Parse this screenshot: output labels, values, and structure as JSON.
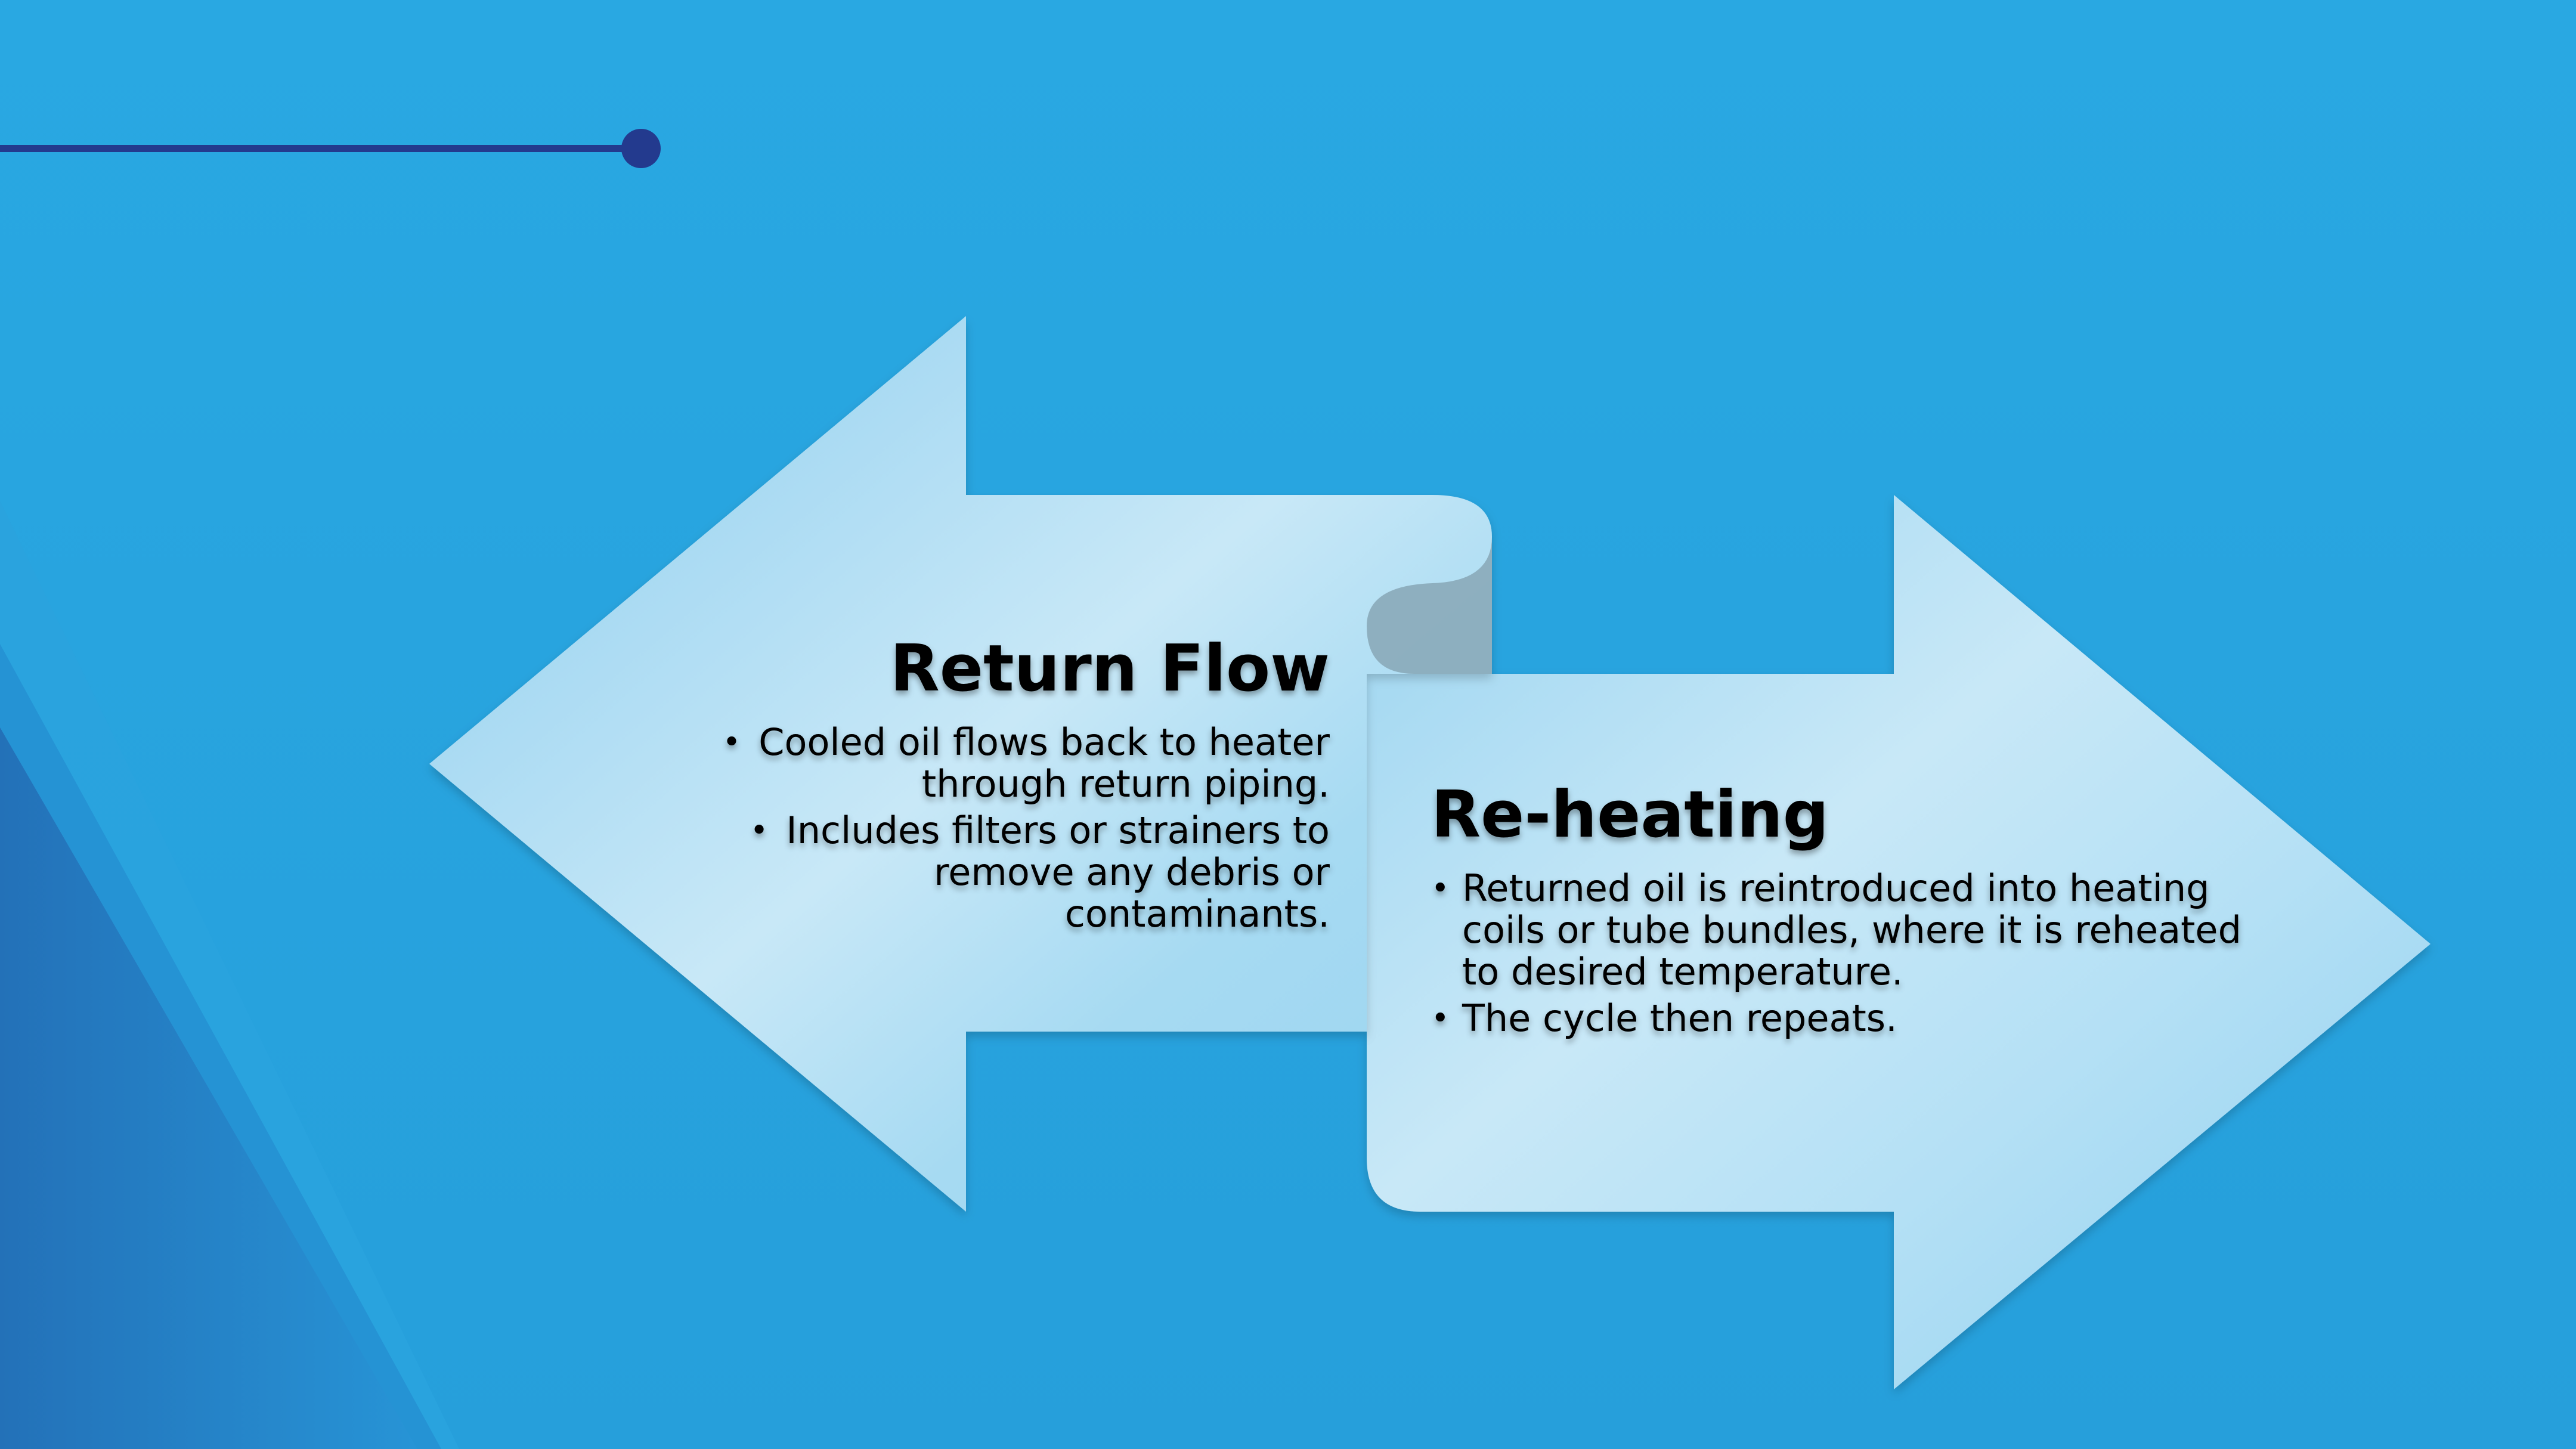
{
  "diagram": {
    "left_arrow": {
      "heading": "Return Flow",
      "bullets": [
        "Cooled oil flows back to heater through return piping.",
        "Includes filters or strainers to remove any debris or contaminants."
      ]
    },
    "right_arrow": {
      "heading": "Re-heating",
      "bullets": [
        "Returned oil is reintroduced into heating coils or tube bundles, where it is reheated to desired temperature.",
        "The cycle then repeats."
      ]
    }
  },
  "colors": {
    "background": "#28a6e0",
    "accent_line": "#233a8e",
    "arrow_light": "#c6e7f6",
    "arrow_mid": "#8fcfee"
  }
}
